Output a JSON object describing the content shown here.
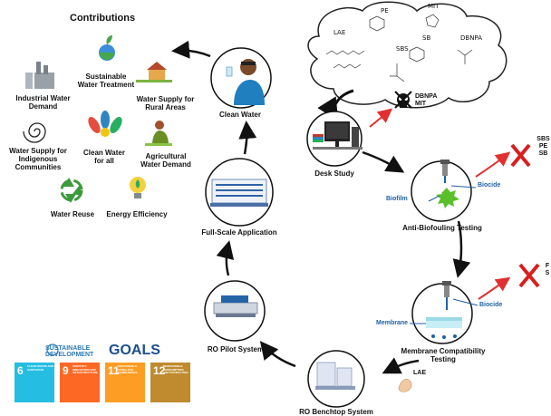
{
  "contributions": {
    "title": "Contributions",
    "items": [
      {
        "label": "Sustainable\nWater Treatment",
        "icon": "globe-plant-icon"
      },
      {
        "label": "Water Supply for\nRural Areas",
        "icon": "farm-house-icon"
      },
      {
        "label": "Industrial Water\nDemand",
        "icon": "factory-icon"
      },
      {
        "label": "Water Supply for\nIndigenous\nCommunities",
        "icon": "spiral-icon"
      },
      {
        "label": "Clean Water\nfor all",
        "icon": "hands-icon"
      },
      {
        "label": "Agricultural\nWater Demand",
        "icon": "farmer-icon"
      },
      {
        "label": "Water Reuse",
        "icon": "recycle-icon"
      },
      {
        "label": "Energy Efficiency",
        "icon": "lightbulb-icon"
      }
    ]
  },
  "cycle": {
    "clean_water": "Clean Water",
    "desk_study": "Desk Study",
    "anti_biofouling": "Anti-Biofouling Testing",
    "membrane_compat": "Membrane Compatibility\nTesting",
    "ro_benchtop": "RO Benchtop System",
    "ro_pilot": "RO Pilot System",
    "full_scale": "Full-Scale Application"
  },
  "chemicals": {
    "cloud": [
      "LAE",
      "PE",
      "MIT",
      "SB",
      "SBS",
      "DBNPA"
    ],
    "toxic": "DBNPA\nMIT",
    "rejected_1": "SBS\nPE\nSB",
    "rejected_2": "F\nS",
    "lae_tag": "LAE"
  },
  "labels": {
    "biocide_1": "Biocide",
    "biofilm": "Biofilm",
    "biocide_2": "Biocide",
    "membrane": "Membrane"
  },
  "sdg": {
    "header_a": "SUSTAINABLE",
    "header_b": "DEVELOPMENT",
    "goals_word": "GOALS",
    "tiles": [
      {
        "num": "6",
        "text": "CLEAN WATER AND SANITATION",
        "color": "#26bde2"
      },
      {
        "num": "9",
        "text": "INDUSTRY, INNOVATION AND INFRASTRUCTURE",
        "color": "#fd6925"
      },
      {
        "num": "11",
        "text": "SUSTAINABLE CITIES AND COMMUNITIES",
        "color": "#fd9d24"
      },
      {
        "num": "12",
        "text": "RESPONSIBLE CONSUMPTION AND PRODUCTION",
        "color": "#bf8b2e"
      }
    ]
  },
  "colors": {
    "arrow": "#111111",
    "reject_arrow": "#e03030",
    "reject_cross": "#d81e1e",
    "biofilm_green": "#5bbf2b",
    "biocide_blue": "#1f5fa6"
  }
}
